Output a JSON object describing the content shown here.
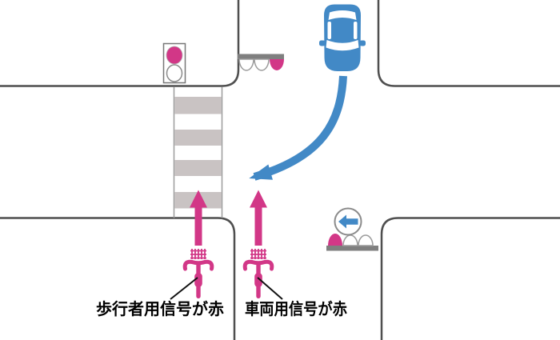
{
  "labels": {
    "pedestrian": "歩行者用信号が赤",
    "vehicle": "車両用信号が赤"
  },
  "colors": {
    "pink": "#d23787",
    "blue": "#4289c6",
    "road_border": "#4f4f4f",
    "stripe_gray": "#c9c3c3",
    "signal_bar": "#7f7f7f",
    "lamp_outline": "#9b9b9b",
    "pointer_black": "#111111",
    "road_fill": "#ffffff"
  },
  "signals": {
    "pedestrian_signal": {
      "lamps": [
        "red",
        "off"
      ]
    },
    "overhead_vehicle_signal": {
      "lamps": [
        "off",
        "off",
        "red"
      ]
    },
    "side_vehicle_signal": {
      "lamps": [
        "red",
        "off",
        "off"
      ],
      "aux_arrow": "left"
    }
  },
  "icons": {
    "car": "car-top-view",
    "bicycle": "bicycle-top-view",
    "turn_arrow": "curved-arrow",
    "go_arrow": "straight-arrow",
    "arrow_signal": "left-arrow-in-circle"
  }
}
